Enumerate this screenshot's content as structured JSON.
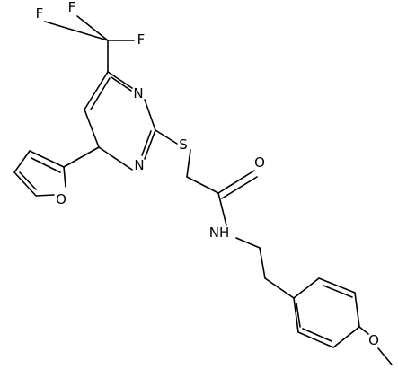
{
  "molecule": {
    "atoms": [
      {
        "id": "F_top_left",
        "label": "F"
      },
      {
        "id": "F_top_mid",
        "label": "F"
      },
      {
        "id": "F_right",
        "label": "F"
      },
      {
        "id": "N_ring_upper",
        "label": "N"
      },
      {
        "id": "N_ring_lower",
        "label": "N"
      },
      {
        "id": "S_thioether",
        "label": "S"
      },
      {
        "id": "O_furan",
        "label": "O"
      },
      {
        "id": "O_carbonyl",
        "label": "O"
      },
      {
        "id": "NH_amide",
        "label": "NH"
      },
      {
        "id": "O_methoxy",
        "label": "O"
      }
    ]
  }
}
